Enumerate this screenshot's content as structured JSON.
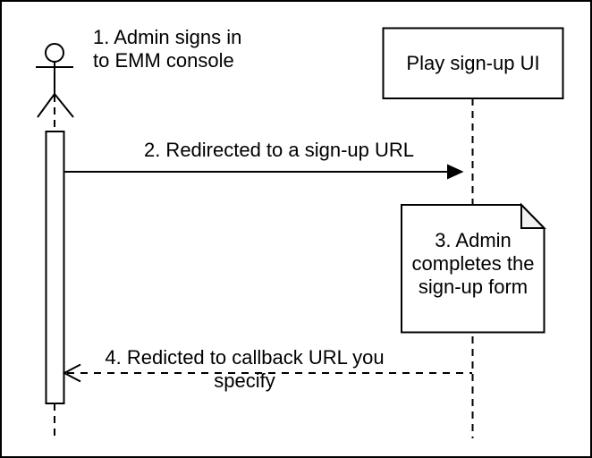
{
  "colors": {
    "stroke": "#000000",
    "background": "#ffffff",
    "note_fold_fill": "#f0f0f0"
  },
  "actor": {
    "label": "1. Admin signs in\nto EMM console"
  },
  "participants": {
    "play_signup_ui": {
      "label": "Play sign-up UI"
    }
  },
  "messages": {
    "redirect_signup": {
      "label": "2. Redirected to a sign-up URL",
      "style": "solid",
      "direction": "left-to-right"
    },
    "redirect_callback": {
      "label": "4. Redicted to callback URL you specify",
      "style": "dashed",
      "direction": "right-to-left"
    }
  },
  "note": {
    "label": "3. Admin\ncompletes the\nsign-up form"
  }
}
